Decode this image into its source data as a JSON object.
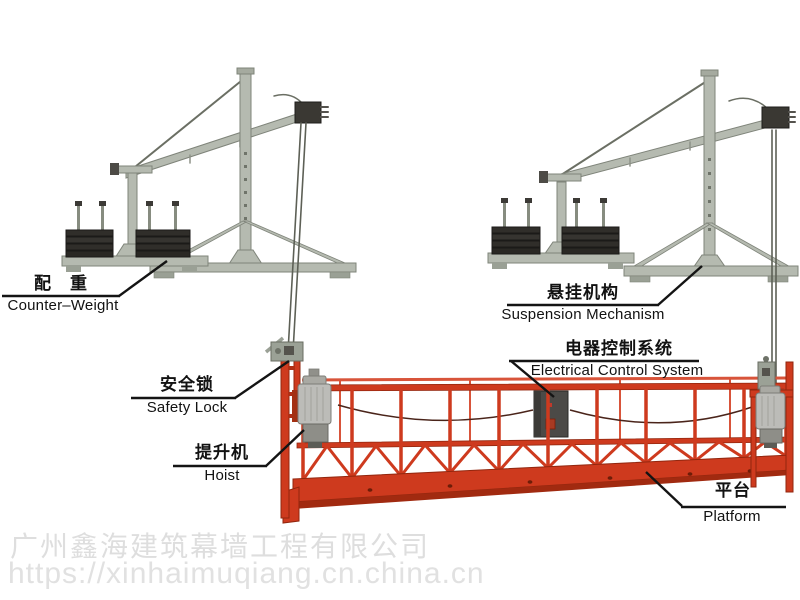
{
  "page": {
    "background": "#ffffff"
  },
  "diagram": {
    "type": "labeled-technical-illustration",
    "subject": "suspended working platform (gondola) system with two roof suspension mechanisms",
    "labels": [
      {
        "id": "counter-weight",
        "zh": "配　重",
        "en": "Counter–Weight"
      },
      {
        "id": "suspension-mechanism",
        "zh": "悬挂机构",
        "en": "Suspension Mechanism"
      },
      {
        "id": "electrical-control-system",
        "zh": "电器控制系统",
        "en": "Electrical Control System"
      },
      {
        "id": "safety-lock",
        "zh": "安全锁",
        "en": "Safety Lock"
      },
      {
        "id": "hoist",
        "zh": "提升机",
        "en": "Hoist"
      },
      {
        "id": "platform",
        "zh": "平台",
        "en": "Platform"
      }
    ],
    "colors": {
      "platform_red": "#ce3a1e",
      "platform_red_dark": "#92260e",
      "metal_gray": "#b5bab0",
      "counterweight_dark": "#302e2a",
      "control_box_gray": "#4b4a47",
      "hoist_gray": "#bcbcb8",
      "label_line_black": "#141414",
      "watermark_gray": "#dedede"
    }
  },
  "watermark": {
    "company": "广州鑫海建筑幕墙工程有限公司",
    "url": "https://xinhaimuqiang.cn.china.cn"
  }
}
